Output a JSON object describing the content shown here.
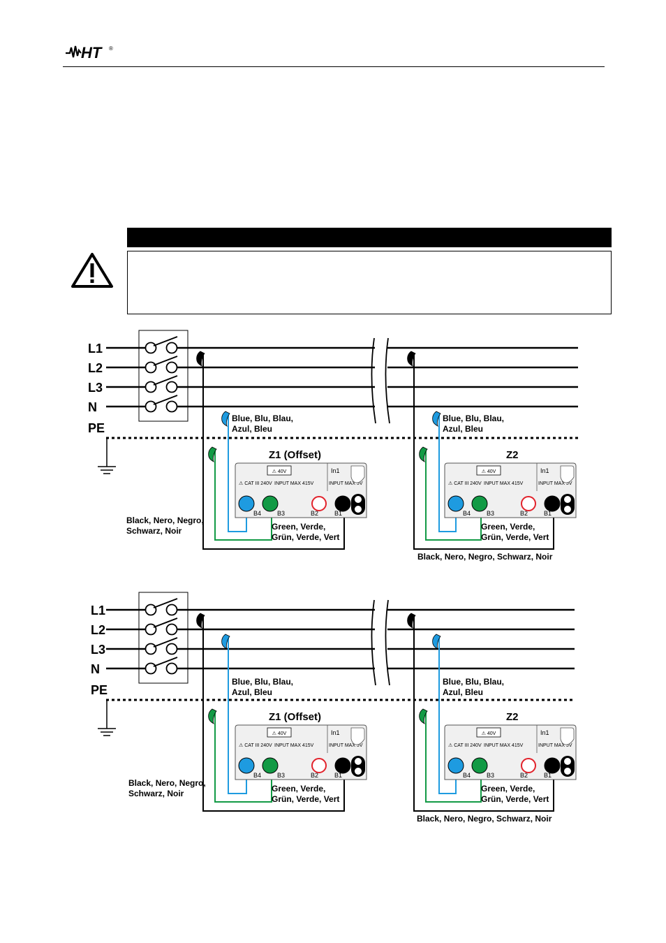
{
  "header": {
    "logo_text": "HT",
    "logo_mark": "®"
  },
  "colors": {
    "blue": "#1e9be0",
    "green": "#129a45",
    "red": "#e2222b",
    "black": "#000000",
    "device": "#f0f0f0"
  },
  "diagrams": [
    {
      "buses": [
        "L1",
        "L2",
        "L3",
        "N",
        "PE"
      ],
      "z1": {
        "title": "Z1 (Offset)",
        "blue_label": [
          "Blue, Blu, Blau,",
          "Azul, Bleu"
        ],
        "black_label": [
          "Black, Nero, Negro,",
          "Schwarz, Noir"
        ],
        "green_label": [
          "Green, Verde,",
          "Grün, Verde, Vert"
        ]
      },
      "z2": {
        "title": "Z2",
        "blue_label": [
          "Blue, Blu, Blau,",
          "Azul, Bleu"
        ],
        "black_label": [
          "Black, Nero, Negro, Schwarz, Noir"
        ],
        "green_label": [
          "Green, Verde,",
          "Grün, Verde, Vert"
        ]
      }
    },
    {
      "buses": [
        "L1",
        "L2",
        "L3",
        "N",
        "PE"
      ],
      "z1": {
        "title": "Z1 (Offset)",
        "blue_label": [
          "Blue, Blu, Blau,",
          "Azul, Bleu"
        ],
        "black_label": [
          "Black, Nero, Negro,",
          "Schwarz, Noir"
        ],
        "green_label": [
          "Green, Verde,",
          "Grün, Verde, Vert"
        ]
      },
      "z2": {
        "title": "Z2",
        "blue_label": [
          "Blue, Blu, Blau,",
          "Azul, Bleu"
        ],
        "black_label": [
          "Black, Nero, Negro, Schwarz, Noir"
        ],
        "green_label": [
          "Green, Verde,",
          "Grün, Verde, Vert"
        ]
      }
    }
  ],
  "device": {
    "terminals": [
      "B4",
      "B3",
      "B2",
      "B1"
    ],
    "input_label": "In1",
    "cat_text": "CAT III 240V",
    "input_max_text": "INPUT MAX 415V",
    "input_max5_text": "INPUT MAX 5V",
    "rating_text": "40V"
  }
}
